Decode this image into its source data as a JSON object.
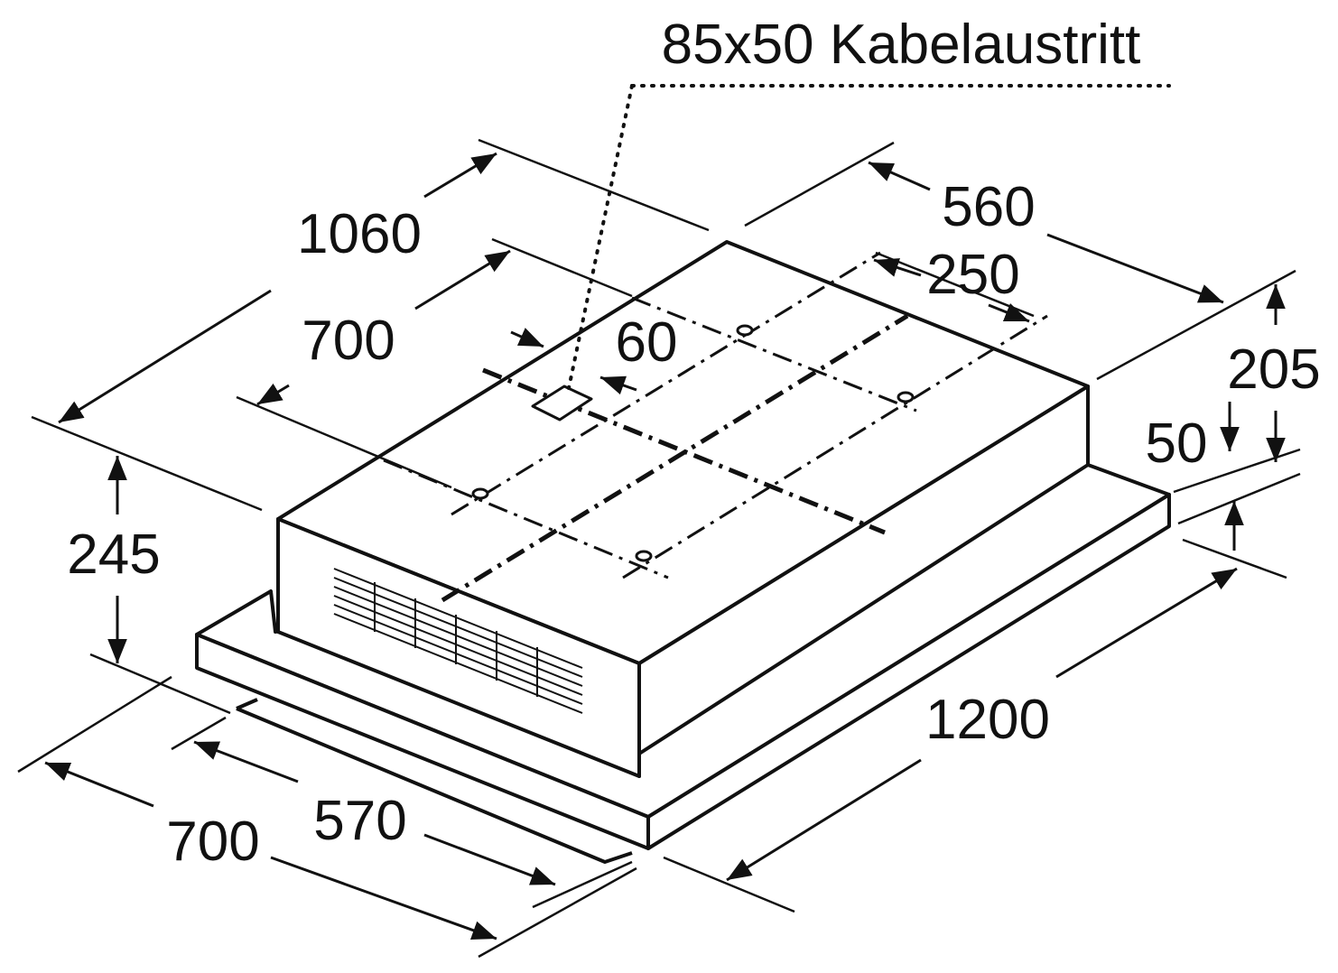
{
  "title": "85x50 Kabelaustritt",
  "dimensions": {
    "overall_depth_top": "1060",
    "duct_spacing_top": "700",
    "box_width": "560",
    "duct_offset": "250",
    "cable_offset": "60",
    "box_height": "205",
    "plate_thickness": "50",
    "total_height": "245",
    "plate_width": "1200",
    "cutout_depth": "570",
    "overall_depth_bottom": "700"
  },
  "colors": {
    "line": "#111111",
    "background": "#ffffff"
  }
}
